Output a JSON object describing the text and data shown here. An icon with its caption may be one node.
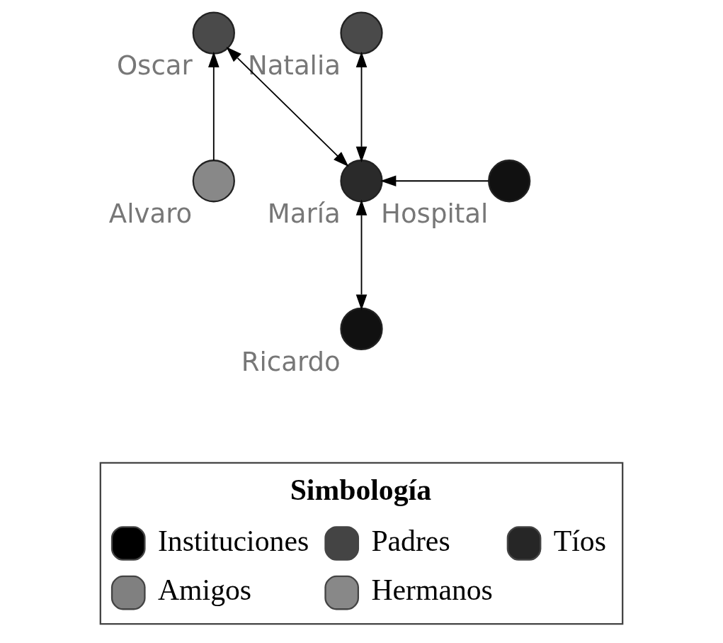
{
  "diagram": {
    "nodes": [
      {
        "text": [
          "Natalia"
        ]
      },
      {
        "text": [
          "Oscar"
        ]
      },
      {
        "text": [
          "Hospital"
        ]
      },
      {
        "text": [
          "Alvaro"
        ]
      },
      {
        "text": [
          "María"
        ]
      },
      {
        "text": [
          "Ricardo"
        ]
      }
    ],
    "edges": [
      {
        "from": 4,
        "to": 0,
        "arrow": "both"
      },
      {
        "from": 4,
        "to": 1,
        "arrow": "both"
      },
      {
        "from": 3,
        "to": 1,
        "arrow": "to"
      },
      {
        "from": 2,
        "to": 4,
        "arrow": "to"
      },
      {
        "from": 5,
        "to": 4,
        "arrow": "both"
      }
    ],
    "labels": [
      "Simbología"
    ],
    "legend": [
      {
        "text": "Instituciones",
        "color": "#000000"
      },
      {
        "text": "Padres",
        "color": "#444444"
      },
      {
        "text": "Tíos",
        "color": "#262626"
      },
      {
        "text": "Amigos",
        "color": "#808080"
      },
      {
        "text": "Hermanos",
        "color": "#888888"
      }
    ]
  }
}
